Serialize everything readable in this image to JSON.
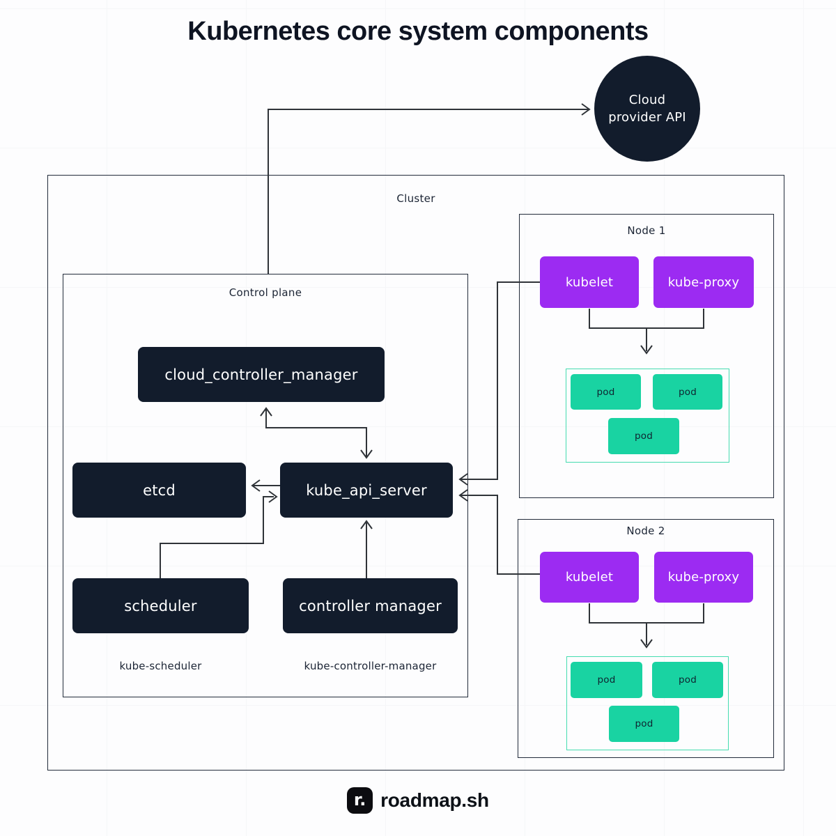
{
  "title": "Kubernetes core system components",
  "cloud": {
    "line1": "Cloud",
    "line2": "provider API"
  },
  "cluster_label": "Cluster",
  "control_plane": {
    "label": "Control plane",
    "cloud_controller_manager": "cloud_controller_manager",
    "etcd": "etcd",
    "kube_api_server": "kube_api_server",
    "scheduler": "scheduler",
    "controller_manager": "controller manager",
    "scheduler_caption": "kube-scheduler",
    "controller_manager_caption": "kube-controller-manager"
  },
  "nodes": [
    {
      "label": "Node 1",
      "components": [
        "kubelet",
        "kube-proxy"
      ],
      "pods": [
        "pod",
        "pod",
        "pod"
      ]
    },
    {
      "label": "Node 2",
      "components": [
        "kubelet",
        "kube-proxy"
      ],
      "pods": [
        "pod",
        "pod",
        "pod"
      ]
    }
  ],
  "footer": {
    "logo_glyph": "r.",
    "brand": "roadmap.sh"
  },
  "colors": {
    "navy": "#121c2c",
    "purple": "#9c2bf2",
    "green": "#19d3a2",
    "pods_border": "#45dcb0",
    "line": "#2f3338",
    "frame_border": "#222b3a",
    "text": "#1b2434",
    "background": "#fdfdfe"
  }
}
